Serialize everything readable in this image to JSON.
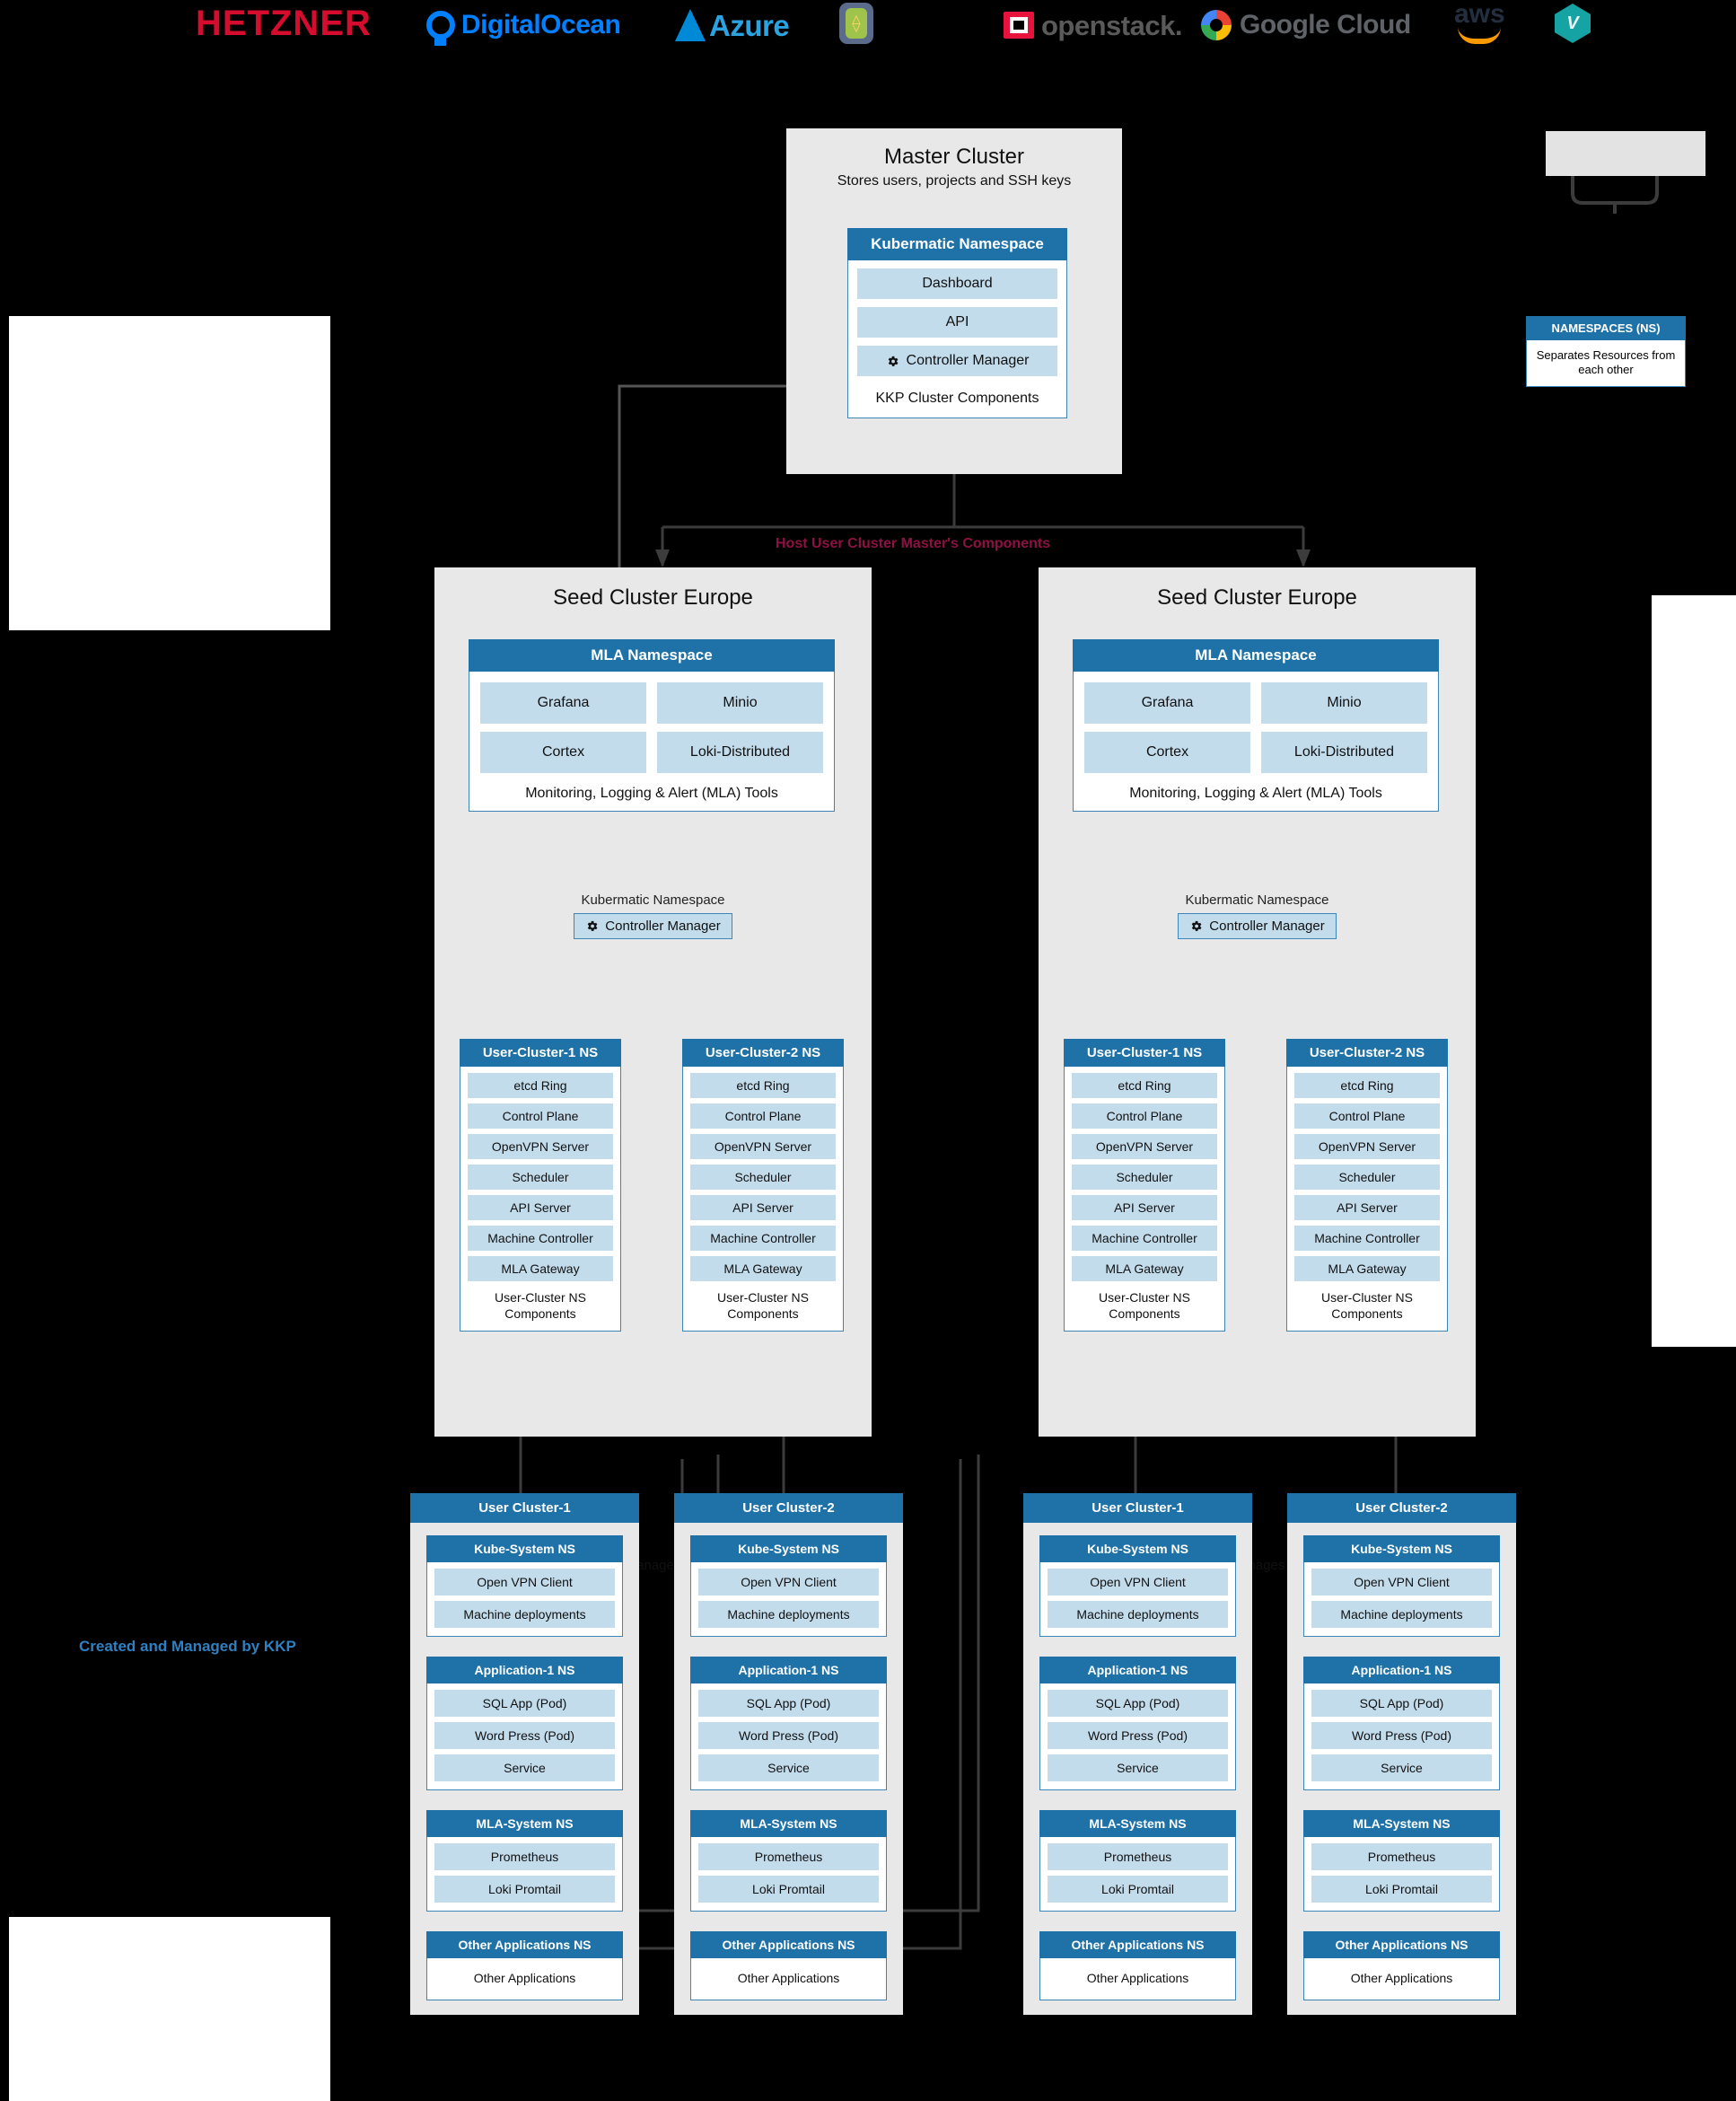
{
  "providers": [
    {
      "name": "hetzner",
      "label": "HETZNER"
    },
    {
      "name": "digitalocean",
      "label": "DigitalOcean"
    },
    {
      "name": "azure",
      "label": "Azure"
    },
    {
      "name": "kubevirt",
      "label": ""
    },
    {
      "name": "openstack",
      "label": "openstack."
    },
    {
      "name": "google-cloud",
      "label": "Google Cloud"
    },
    {
      "name": "aws",
      "label": "aws"
    },
    {
      "name": "vsphere",
      "label": ""
    }
  ],
  "master_cluster": {
    "title": "Master Cluster",
    "subtitle": "Stores users, projects and SSH keys",
    "namespace": {
      "header": "Kubermatic Namespace",
      "items": [
        "Dashboard",
        "API",
        "Controller Manager"
      ],
      "caption": "KKP Cluster Components"
    }
  },
  "annotations": {
    "host_components": "Host User Cluster Master's Components",
    "created_managed": "Created and Managed by KKP",
    "manages": "Manages"
  },
  "legend": {
    "namespaces": {
      "header": "NAMESPACES (NS)",
      "body": "Separates Resources from each other"
    }
  },
  "seed_clusters": [
    {
      "title": "Seed Cluster Europe",
      "mla": {
        "header": "MLA Namespace",
        "items": [
          "Grafana",
          "Minio",
          "Cortex",
          "Loki-Distributed"
        ],
        "caption": "Monitoring, Logging & Alert (MLA) Tools"
      },
      "kubermatic": {
        "label": "Kubermatic Namespace",
        "controller": "Controller Manager"
      },
      "user_cluster_ns": [
        {
          "header": "User-Cluster-1 NS",
          "items": [
            "etcd Ring",
            "Control Plane",
            "OpenVPN Server",
            "Scheduler",
            "API Server",
            "Machine Controller",
            "MLA Gateway"
          ],
          "caption": "User-Cluster NS Components"
        },
        {
          "header": "User-Cluster-2 NS",
          "items": [
            "etcd Ring",
            "Control Plane",
            "OpenVPN Server",
            "Scheduler",
            "API Server",
            "Machine Controller",
            "MLA Gateway"
          ],
          "caption": "User-Cluster NS Components"
        }
      ]
    },
    {
      "title": "Seed Cluster Europe",
      "mla": {
        "header": "MLA Namespace",
        "items": [
          "Grafana",
          "Minio",
          "Cortex",
          "Loki-Distributed"
        ],
        "caption": "Monitoring, Logging & Alert (MLA) Tools"
      },
      "kubermatic": {
        "label": "Kubermatic Namespace",
        "controller": "Controller Manager"
      },
      "user_cluster_ns": [
        {
          "header": "User-Cluster-1 NS",
          "items": [
            "etcd Ring",
            "Control Plane",
            "OpenVPN Server",
            "Scheduler",
            "API Server",
            "Machine Controller",
            "MLA Gateway"
          ],
          "caption": "User-Cluster NS Components"
        },
        {
          "header": "User-Cluster-2 NS",
          "items": [
            "etcd Ring",
            "Control Plane",
            "OpenVPN Server",
            "Scheduler",
            "API Server",
            "Machine Controller",
            "MLA Gateway"
          ],
          "caption": "User-Cluster NS Components"
        }
      ]
    }
  ],
  "user_clusters": [
    {
      "header": "User Cluster-1",
      "namespaces": [
        {
          "header": "Kube-System NS",
          "items": [
            "Open VPN Client",
            "Machine deployments"
          ]
        },
        {
          "header": "Application-1 NS",
          "items": [
            "SQL App (Pod)",
            "Word Press (Pod)",
            "Service"
          ]
        },
        {
          "header": "MLA-System NS",
          "items": [
            "Prometheus",
            "Loki Promtail"
          ]
        },
        {
          "header": "Other Applications NS",
          "items": [
            "Other Applications"
          ]
        }
      ]
    },
    {
      "header": "User Cluster-2",
      "namespaces": [
        {
          "header": "Kube-System NS",
          "items": [
            "Open VPN Client",
            "Machine deployments"
          ]
        },
        {
          "header": "Application-1 NS",
          "items": [
            "SQL App (Pod)",
            "Word Press (Pod)",
            "Service"
          ]
        },
        {
          "header": "MLA-System NS",
          "items": [
            "Prometheus",
            "Loki Promtail"
          ]
        },
        {
          "header": "Other Applications NS",
          "items": [
            "Other Applications"
          ]
        }
      ]
    },
    {
      "header": "User Cluster-1",
      "namespaces": [
        {
          "header": "Kube-System NS",
          "items": [
            "Open VPN Client",
            "Machine deployments"
          ]
        },
        {
          "header": "Application-1 NS",
          "items": [
            "SQL App (Pod)",
            "Word Press (Pod)",
            "Service"
          ]
        },
        {
          "header": "MLA-System NS",
          "items": [
            "Prometheus",
            "Loki Promtail"
          ]
        },
        {
          "header": "Other Applications NS",
          "items": [
            "Other Applications"
          ]
        }
      ]
    },
    {
      "header": "User Cluster-2",
      "namespaces": [
        {
          "header": "Kube-System NS",
          "items": [
            "Open VPN Client",
            "Machine deployments"
          ]
        },
        {
          "header": "Application-1 NS",
          "items": [
            "SQL App (Pod)",
            "Word Press (Pod)",
            "Service"
          ]
        },
        {
          "header": "MLA-System NS",
          "items": [
            "Prometheus",
            "Loki Promtail"
          ]
        },
        {
          "header": "Other Applications NS",
          "items": [
            "Other Applications"
          ]
        }
      ]
    }
  ],
  "colors": {
    "ns_header": "#1f72a8",
    "item": "#c3dcec",
    "cluster_bg": "#e8e8e8",
    "accent_note": "#8c1243",
    "kkp_note": "#2f80c2"
  }
}
